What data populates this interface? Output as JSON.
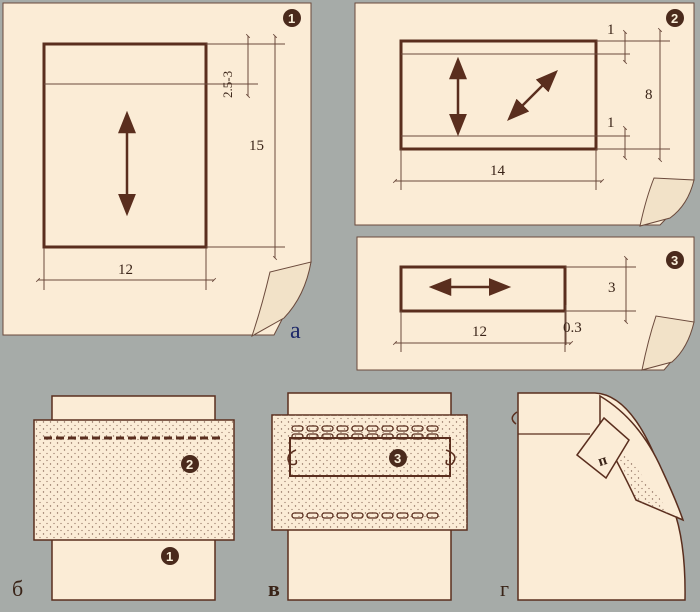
{
  "diagram": {
    "colors": {
      "background": "#a6aba8",
      "paper": "#fbecd6",
      "ink": "#5a2e1e",
      "dim_line": "#6b4a3c",
      "accent_blue": "#1f2a6a"
    },
    "panel1": {
      "badge": "1",
      "width_label": "12",
      "height_label": "15",
      "hem_label": "2.5-3"
    },
    "panel2": {
      "badge": "2",
      "width_label": "14",
      "height_label": "8",
      "top_margin_label": "1",
      "bottom_margin_label": "1"
    },
    "panel3": {
      "badge": "3",
      "width_label": "12",
      "height_label": "3",
      "small_label": "0.3"
    },
    "section_labels": {
      "a": "а",
      "b": "б",
      "v": "в",
      "g": "г"
    },
    "step_b": {
      "badge_top": "2",
      "badge_bottom": "1"
    },
    "step_v": {
      "badge": "3"
    },
    "step_g": {
      "tab_letter": "п"
    }
  }
}
